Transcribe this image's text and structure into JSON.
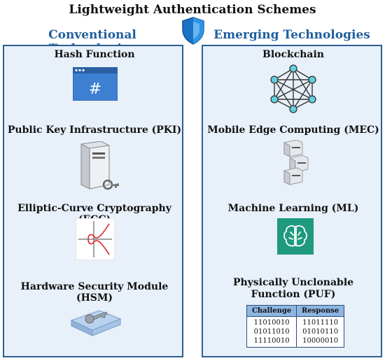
{
  "title": "Lightweight Authentication Schemes",
  "conventional": {
    "heading": "Conventional Technologies",
    "items": [
      {
        "label": "Hash Function",
        "icon": "hash-window-icon"
      },
      {
        "label": "Public Key Infrastructure (PKI)",
        "icon": "server-key-icon"
      },
      {
        "label": "Elliptic-Curve Cryptography (ECC)",
        "icon": "elliptic-curve-icon"
      },
      {
        "label": "Hardware Security Module (HSM)",
        "icon": "hardware-key-icon"
      }
    ]
  },
  "emerging": {
    "heading": "Emerging Technologies",
    "items": [
      {
        "label": "Blockchain",
        "icon": "network-mesh-icon"
      },
      {
        "label": "Mobile Edge Computing (MEC)",
        "icon": "server-stack-icon"
      },
      {
        "label": "Machine Learning (ML)",
        "icon": "brain-chip-icon"
      },
      {
        "label": "Physically Unclonable Function (PUF)",
        "label_line1": "Physically Unclonable",
        "label_line2": "Function (PUF)",
        "icon": "table"
      }
    ]
  },
  "puf_table": {
    "headers": [
      "Challenge",
      "Response"
    ],
    "challenge_values": [
      "11010010",
      "01011010",
      "11110010"
    ],
    "response_values": [
      "11011110",
      "01010110",
      "10000010"
    ]
  },
  "colors": {
    "accent": "#1f5f9e",
    "panel_border": "#2c5f94",
    "panel_fill": "#e8f0f9",
    "table_header": "#8fb6e2"
  }
}
